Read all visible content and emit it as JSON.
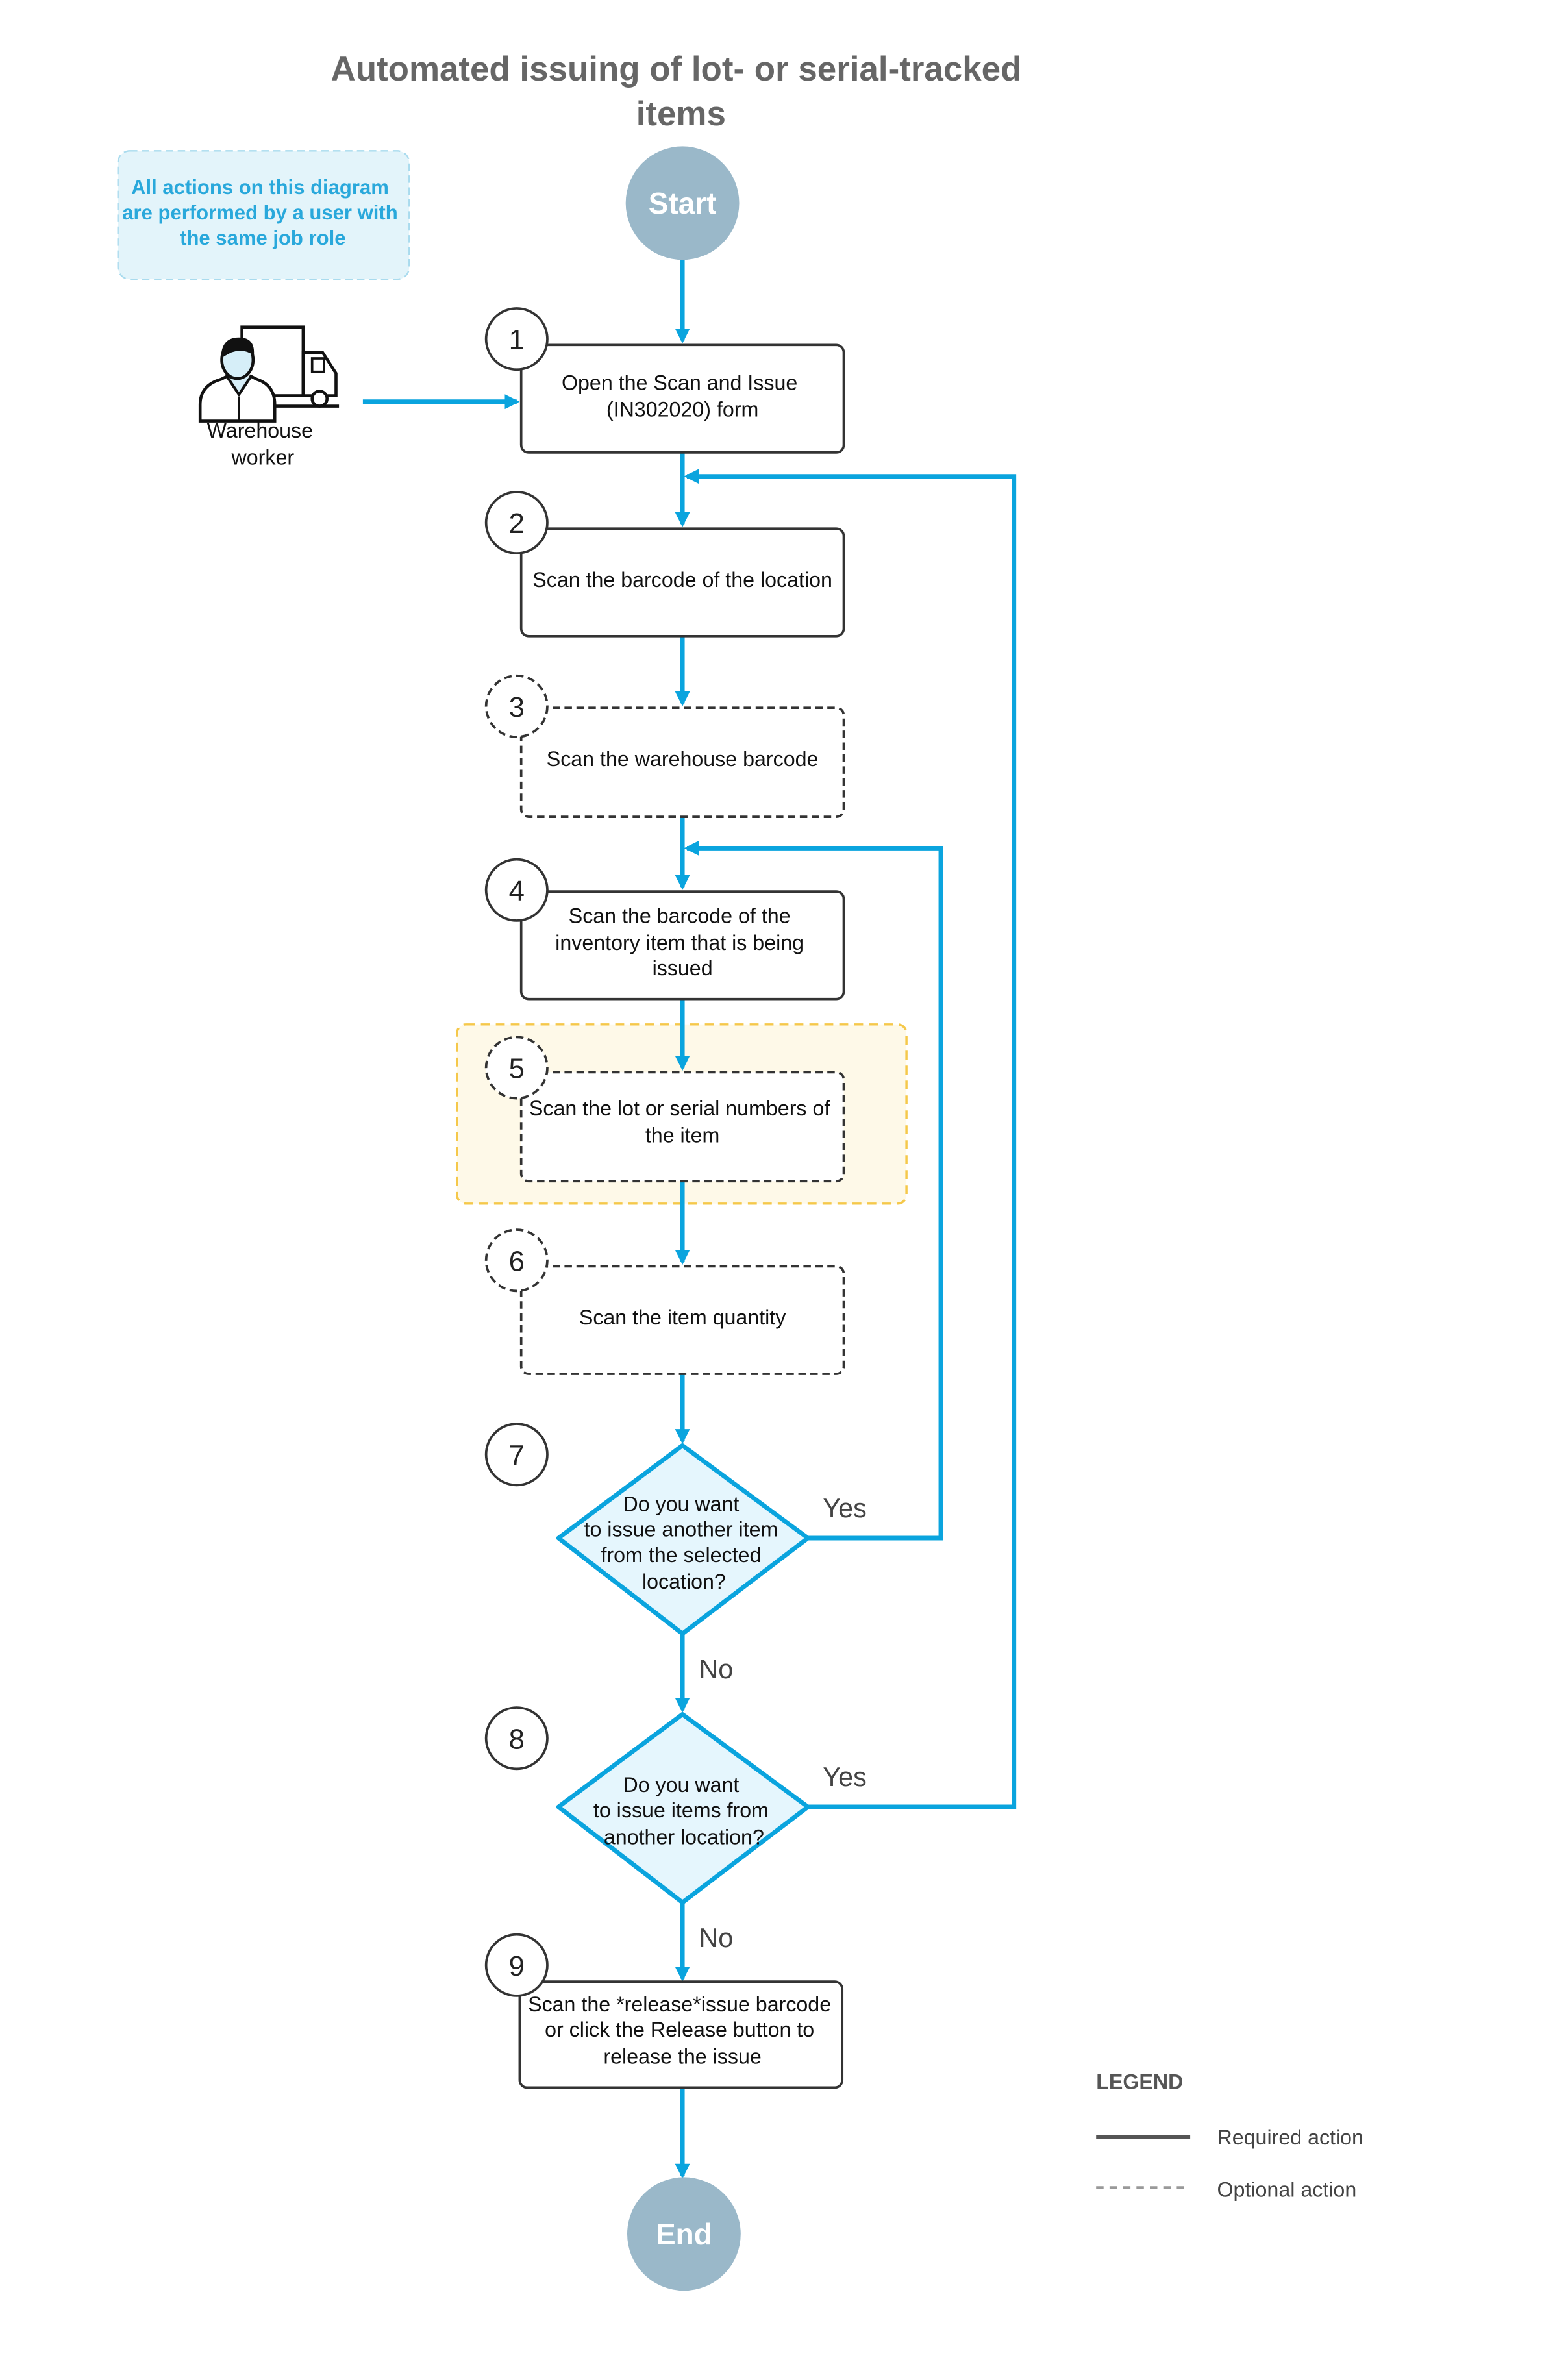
{
  "title": [
    "Automated issuing of lot- or serial-tracked",
    "items"
  ],
  "note": [
    "All actions on this diagram",
    "are performed by a user with",
    "the same job role"
  ],
  "actor": {
    "label": [
      "Warehouse",
      "worker"
    ],
    "icon": "warehouse-worker-truck-icon"
  },
  "terminals": {
    "start": "Start",
    "end": "End"
  },
  "steps": [
    {
      "num": "1",
      "lines": [
        "Open the Scan and Issue",
        "(IN302020) form"
      ],
      "optional": false
    },
    {
      "num": "2",
      "lines": [
        "Scan the barcode of the location"
      ],
      "optional": false
    },
    {
      "num": "3",
      "lines": [
        "Scan the warehouse barcode"
      ],
      "optional": true
    },
    {
      "num": "4",
      "lines": [
        "Scan the barcode of the",
        "inventory item that is being",
        "issued"
      ],
      "optional": false
    },
    {
      "num": "5",
      "lines": [
        "Scan the lot or serial numbers of",
        "the item"
      ],
      "optional": true
    },
    {
      "num": "6",
      "lines": [
        "Scan the item quantity"
      ],
      "optional": true
    },
    {
      "num": "9",
      "lines": [
        "Scan the *release*issue barcode",
        "or click the Release button to",
        "release the issue"
      ],
      "optional": false
    }
  ],
  "decisions": [
    {
      "num": "7",
      "lines": [
        "Do you want",
        "to issue another item",
        "from the selected",
        "location?"
      ],
      "yes": "Yes",
      "no": "No"
    },
    {
      "num": "8",
      "lines": [
        "Do you want",
        "to issue items from",
        "another location?"
      ],
      "yes": "Yes",
      "no": "No"
    }
  ],
  "legend": {
    "title": "LEGEND",
    "required": "Required action",
    "optional": "Optional action"
  },
  "colors": {
    "flow": "#0aa4de",
    "terminal": "#9ab8c9",
    "note_fill": "#e3f4fa",
    "highlight_fill": "#fef9e8",
    "highlight_border": "#f5c84a",
    "decision_fill": "#e5f6fd"
  }
}
